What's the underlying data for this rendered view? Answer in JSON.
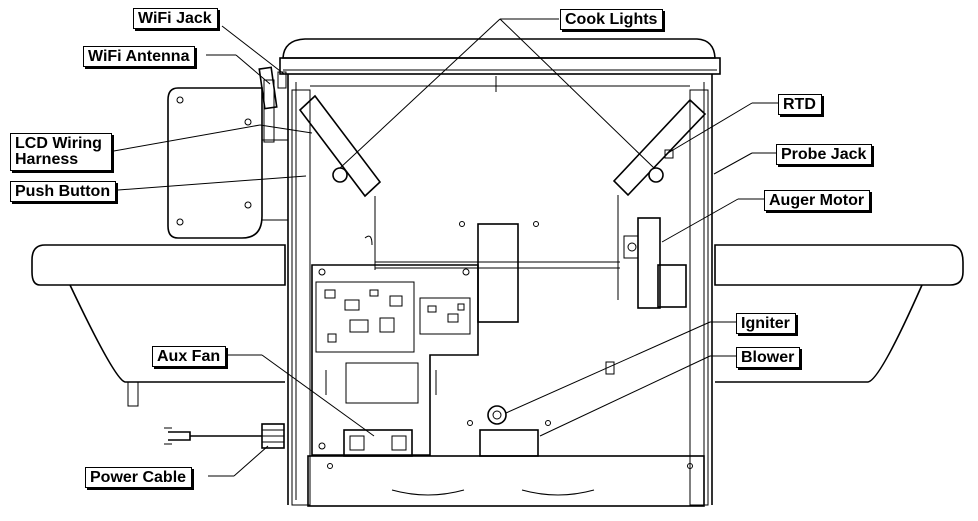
{
  "labels": {
    "wifi_jack": "WiFi Jack",
    "wifi_antenna": "WiFi Antenna",
    "lcd_wiring_harness": "LCD Wiring Harness",
    "push_button": "Push Button",
    "aux_fan": "Aux Fan",
    "power_cable": "Power Cable",
    "cook_lights": "Cook Lights",
    "rtd": "RTD",
    "probe_jack": "Probe Jack",
    "auger_motor": "Auger Motor",
    "igniter": "Igniter",
    "blower": "Blower"
  },
  "colors": {
    "line": "#000000",
    "background": "#ffffff"
  }
}
